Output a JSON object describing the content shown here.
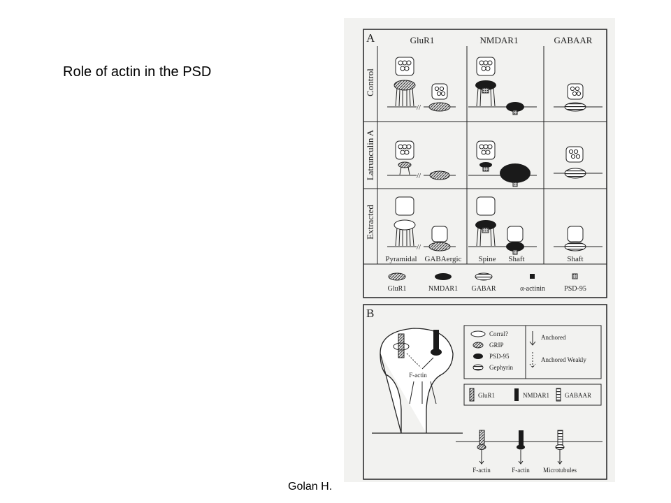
{
  "slide": {
    "title": "Role of actin in the PSD",
    "footer": "Golan H."
  },
  "figure": {
    "panelA": {
      "letter": "A",
      "columns": [
        "GluR1",
        "NMDAR1",
        "GABAAR"
      ],
      "rows": [
        "Control",
        "Latrunculin A",
        "Extracted"
      ],
      "bottom_labels": [
        "Pyramidal",
        "GABAergic",
        "Spine",
        "Shaft",
        "Shaft"
      ],
      "legend": [
        "GluR1",
        "NMDAR1",
        "GABAR",
        "α-actinin",
        "PSD-95"
      ]
    },
    "panelB": {
      "letter": "B",
      "legend_shapes": [
        "Corral?",
        "GRIP",
        "PSD-95",
        "Gephyrin"
      ],
      "legend_arrows": [
        "Anchored",
        "Anchored Weakly"
      ],
      "receptors": [
        "GluR1",
        "NMDAR1",
        "GABAAR"
      ],
      "factin": "F-actin",
      "anchors": [
        "F-actin",
        "F-actin",
        "Microtubules"
      ]
    }
  },
  "colors": {
    "ink": "#1a1a1a",
    "paper": "#f2f2f0",
    "gray": "#8a8a8a"
  }
}
